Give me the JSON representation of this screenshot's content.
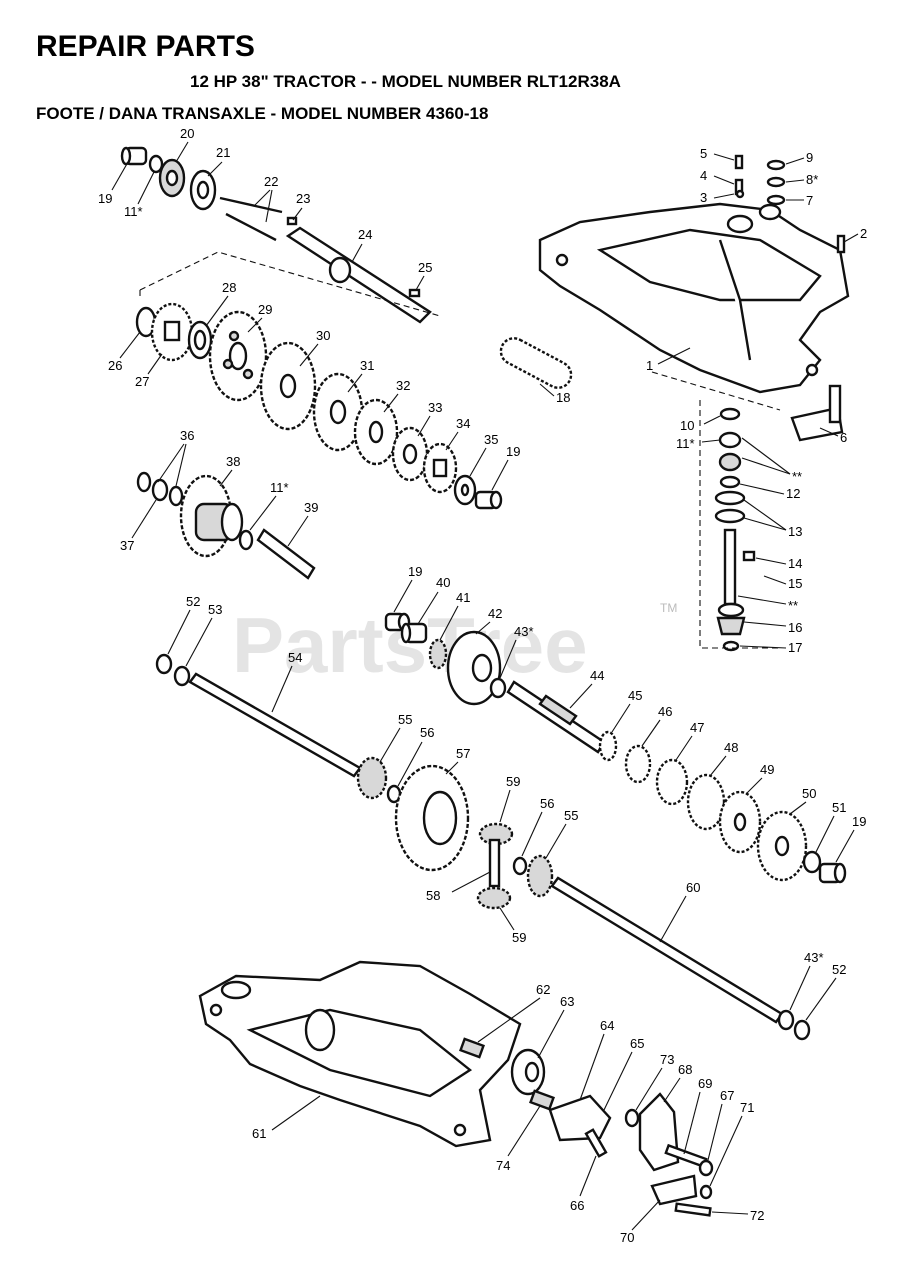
{
  "header": {
    "title": "REPAIR PARTS",
    "subtitle": "12 HP 38\" TRACTOR - - MODEL NUMBER RLT12R38A",
    "subtitle2": "FOOTE / DANA TRANSAXLE - MODEL NUMBER 4360-18"
  },
  "watermark": {
    "text": "PartsTree",
    "tm": "TM"
  },
  "labels": {
    "l1": "1",
    "l2": "2",
    "l3": "3",
    "l4": "4",
    "l5": "5",
    "l6": "6",
    "l7": "7",
    "l8": "8*",
    "l9": "9",
    "l10": "10",
    "l11a": "11*",
    "l11b": "11*",
    "l11c": "11*",
    "l12": "12",
    "l13": "13",
    "l14": "14",
    "l15": "15",
    "l16": "16",
    "l17": "17",
    "l18": "18",
    "l19a": "19",
    "l19b": "19",
    "l19c": "19",
    "l19d": "19",
    "l20": "20",
    "l21": "21",
    "l22": "22",
    "l23": "23",
    "l24": "24",
    "l25": "25",
    "l26": "26",
    "l27": "27",
    "l28": "28",
    "l29": "29",
    "l30": "30",
    "l31": "31",
    "l32": "32",
    "l33": "33",
    "l34": "34",
    "l35": "35",
    "l36": "36",
    "l37": "37",
    "l38": "38",
    "l39": "39",
    "l40": "40",
    "l41": "41",
    "l42": "42",
    "l43a": "43*",
    "l43b": "43*",
    "l44": "44",
    "l45": "45",
    "l46": "46",
    "l47": "47",
    "l48": "48",
    "l49": "49",
    "l50": "50",
    "l51": "51",
    "l52a": "52",
    "l52b": "52",
    "l53": "53",
    "l54": "54",
    "l55a": "55",
    "l55b": "55",
    "l56a": "56",
    "l56b": "56",
    "l57": "57",
    "l58": "58",
    "l59a": "59",
    "l59b": "59",
    "l60": "60",
    "l61": "61",
    "l62": "62",
    "l63": "63",
    "l64": "64",
    "l65": "65",
    "l66": "66",
    "l67": "67",
    "l68": "68",
    "l69": "69",
    "l70": "70",
    "l71": "71",
    "l72": "72",
    "l73": "73",
    "l74": "74",
    "star1": "**",
    "star2": "**"
  }
}
